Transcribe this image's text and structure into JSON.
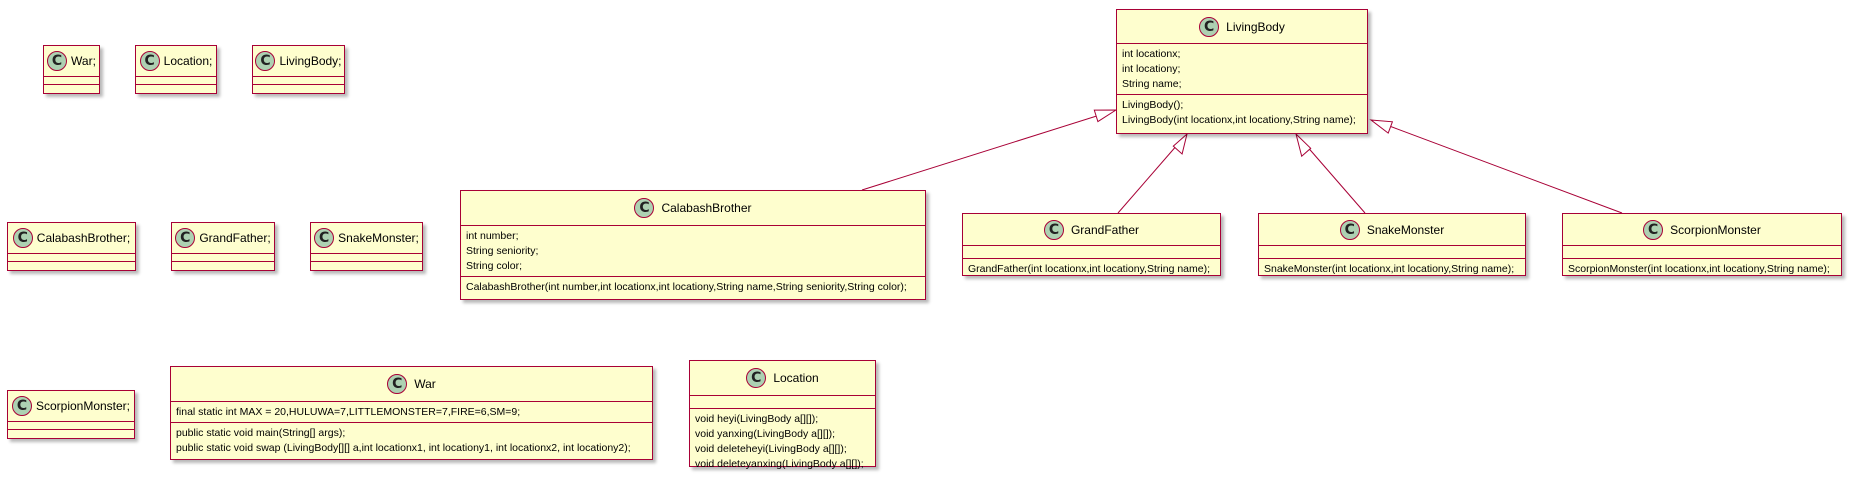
{
  "stereotype_letter": "C",
  "colors": {
    "class_fill": "#fefece",
    "class_border": "#a80036",
    "badge_fill": "#add1b2",
    "arrow": "#a80036"
  },
  "small_classes": [
    {
      "id": "war-decl",
      "name": "War;"
    },
    {
      "id": "location-decl",
      "name": "Location;"
    },
    {
      "id": "livingbody-decl",
      "name": "LivingBody;"
    },
    {
      "id": "calabashbrother-decl",
      "name": "CalabashBrother;"
    },
    {
      "id": "grandfather-decl",
      "name": "GrandFather;"
    },
    {
      "id": "snakemonster-decl",
      "name": "SnakeMonster;"
    },
    {
      "id": "scorpionmonster-decl",
      "name": "ScorpionMonster;"
    }
  ],
  "classes": {
    "livingbody": {
      "name": "LivingBody",
      "fields": [
        "int locationx;",
        "int locationy;",
        "String name;"
      ],
      "methods": [
        "LivingBody();",
        "LivingBody(int locationx,int locationy,String name);"
      ]
    },
    "calabashbrother": {
      "name": "CalabashBrother",
      "fields": [
        "int number;",
        "String seniority;",
        "String color;"
      ],
      "methods": [
        "CalabashBrother(int number,int locationx,int locationy,String name,String seniority,String color);"
      ]
    },
    "grandfather": {
      "name": "GrandFather",
      "fields": [],
      "methods": [
        "GrandFather(int locationx,int locationy,String name);"
      ]
    },
    "snakemonster": {
      "name": "SnakeMonster",
      "fields": [],
      "methods": [
        "SnakeMonster(int locationx,int locationy,String name);"
      ]
    },
    "scorpionmonster": {
      "name": "ScorpionMonster",
      "fields": [],
      "methods": [
        "ScorpionMonster(int locationx,int locationy,String name);"
      ]
    },
    "war": {
      "name": "War",
      "fields": [
        "final static int MAX = 20,HULUWA=7,LITTLEMONSTER=7,FIRE=6,SM=9;"
      ],
      "methods": [
        "public static void main(String[] args);",
        "public static void swap (LivingBody[][] a,int locationx1, int locationy1, int locationx2, int locationy2);"
      ]
    },
    "location": {
      "name": "Location",
      "fields": [],
      "methods": [
        "void heyi(LivingBody a[][]);",
        "void yanxing(LivingBody a[][]);",
        "void deleteheyi(LivingBody a[][]);",
        "void deleteyanxing(LivingBody a[][]);"
      ]
    }
  },
  "relations": [
    {
      "type": "inheritance",
      "from": "CalabashBrother",
      "to": "LivingBody"
    },
    {
      "type": "inheritance",
      "from": "GrandFather",
      "to": "LivingBody"
    },
    {
      "type": "inheritance",
      "from": "SnakeMonster",
      "to": "LivingBody"
    },
    {
      "type": "inheritance",
      "from": "ScorpionMonster",
      "to": "LivingBody"
    }
  ]
}
